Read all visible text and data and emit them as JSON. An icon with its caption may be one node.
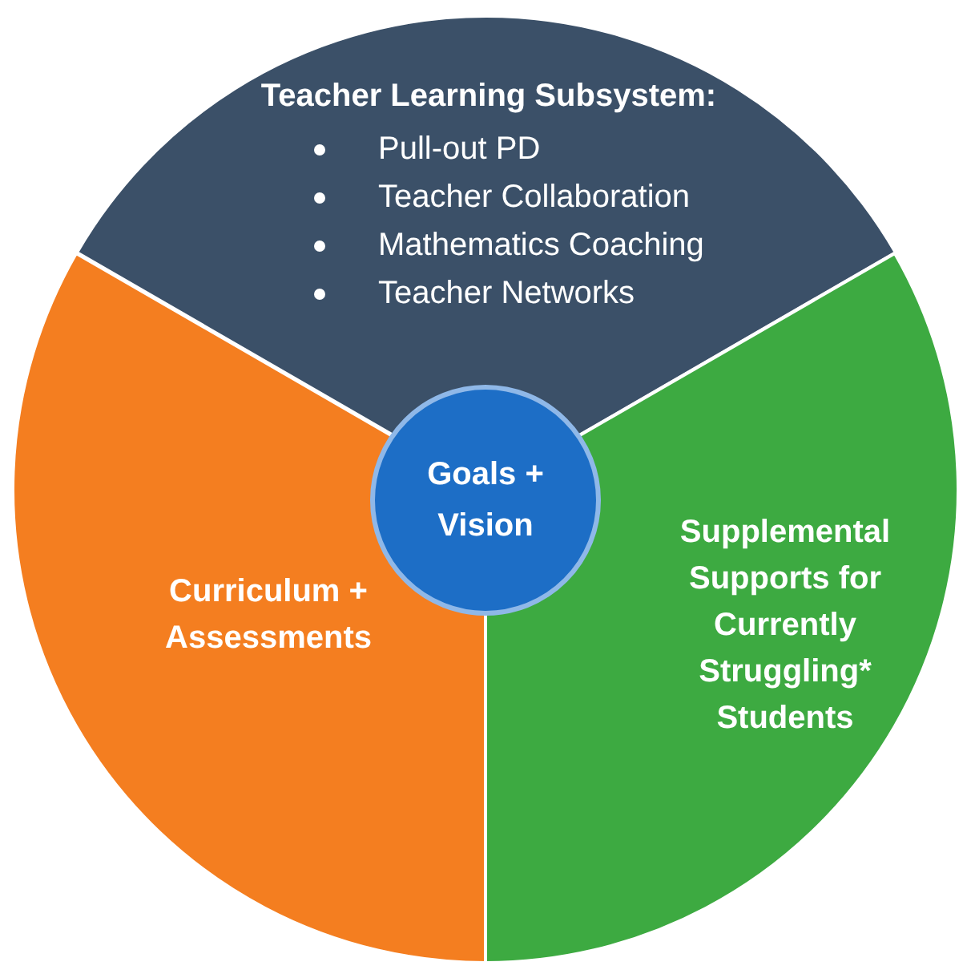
{
  "diagram": {
    "nodes": [
      {
        "text": [
          "Teacher Learning Subsystem:",
          "Pull-out PD",
          "Teacher Collaboration",
          "Mathematics Coaching",
          "Teacher Networks"
        ]
      },
      {
        "text": [
          "Curriculum + Assessments"
        ]
      },
      {
        "text": [
          "Supplemental Supports for Currently Struggling* Students"
        ]
      },
      {
        "text": [
          "Goals + Vision"
        ]
      }
    ]
  }
}
